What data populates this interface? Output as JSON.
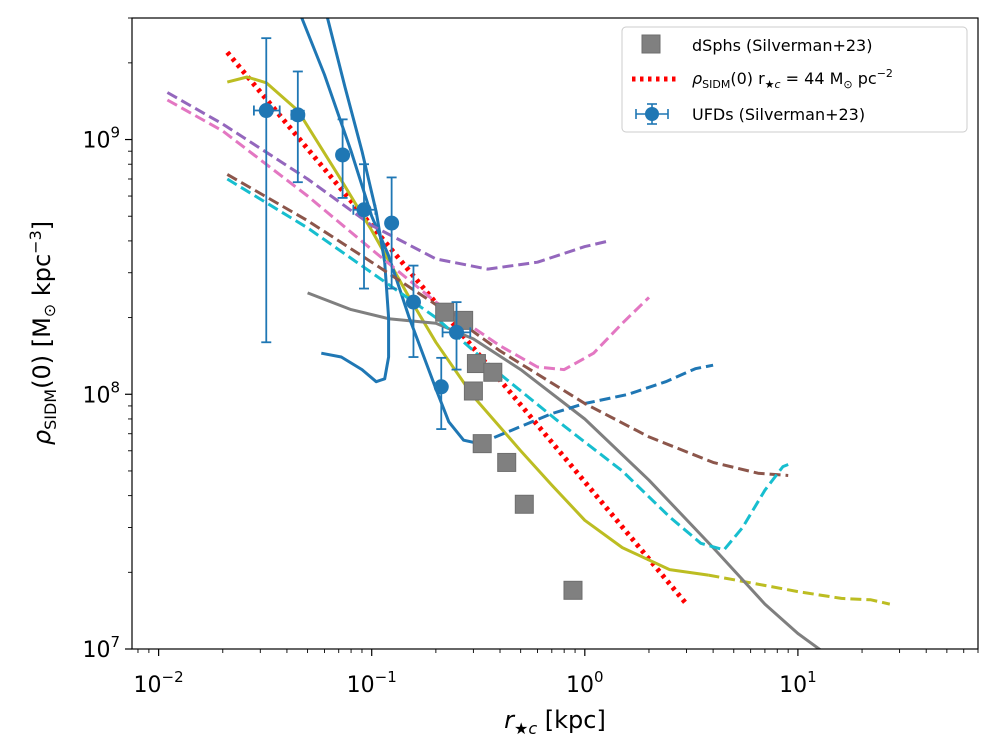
{
  "chart_data": {
    "type": "scatter",
    "xlabel_main": "r",
    "xlabel_sub": "★c",
    "xlabel_unit": " [kpc]",
    "ylabel_main": "ρ",
    "ylabel_sub": "SIDM",
    "ylabel_mid": "(0)  [M",
    "ylabel_sun": "⊙",
    "ylabel_unit": " kpc",
    "ylabel_exp": "−3",
    "ylabel_close": "]",
    "xscale": "log",
    "yscale": "log",
    "xlim": [
      0.0075,
      70
    ],
    "ylim": [
      10000000,
      3000000000
    ],
    "xticks": [
      {
        "value": 0.01,
        "base": "10",
        "exp": "−2"
      },
      {
        "value": 0.1,
        "base": "10",
        "exp": "−1"
      },
      {
        "value": 1,
        "base": "10",
        "exp": "0"
      },
      {
        "value": 10,
        "base": "10",
        "exp": "1"
      }
    ],
    "yticks": [
      {
        "value": 10000000,
        "base": "10",
        "exp": "7"
      },
      {
        "value": 100000000,
        "base": "10",
        "exp": "8"
      },
      {
        "value": 1000000000,
        "base": "10",
        "exp": "9"
      }
    ],
    "legend": {
      "placement": "top-right",
      "entries": [
        {
          "label": "dSphs (Silverman+23)",
          "marker": "square",
          "color": "#808080"
        },
        {
          "label_main": "ρ",
          "label_sub": "SIDM",
          "label_mid": "(0) r",
          "label_sub2": "★c",
          "label_eq": " = 44 M",
          "label_sun": "⊙",
          "label_unit": " pc",
          "label_exp": "−2",
          "marker": "dotted-line",
          "color": "#ff0000"
        },
        {
          "label": "UFDs (Silverman+23)",
          "marker": "errorbar-circle",
          "color": "#1f77b4"
        }
      ]
    },
    "series": [
      {
        "type": "errorbar",
        "color": "#1f77b4",
        "points": [
          {
            "x": 0.032,
            "y": 1300000000,
            "yerr": [
              1140000000,
              1200000000
            ],
            "xerr": [
              0.004,
              0.005
            ]
          },
          {
            "x": 0.045,
            "y": 1250000000,
            "yerr": [
              570000000,
              600000000
            ],
            "xerr": [
              0.003,
              0.003
            ]
          },
          {
            "x": 0.073,
            "y": 870000000,
            "yerr": [
              280000000,
              330000000
            ],
            "xerr": [
              0.004,
              0.004
            ]
          },
          {
            "x": 0.092,
            "y": 530000000,
            "yerr": [
              270000000,
              270000000
            ],
            "xerr": [
              0.01,
              0.012
            ]
          },
          {
            "x": 0.124,
            "y": 470000000,
            "yerr": [
              210000000,
              240000000
            ],
            "xerr": [
              0.005,
              0.005
            ]
          },
          {
            "x": 0.157,
            "y": 230000000,
            "yerr": [
              90000000,
              90000000
            ],
            "xerr": [
              0.006,
              0.006
            ]
          },
          {
            "x": 0.212,
            "y": 107000000,
            "yerr": [
              34000000,
              32000000
            ],
            "xerr": [
              0.005,
              0.005
            ]
          },
          {
            "x": 0.25,
            "y": 175000000,
            "yerr": [
              50000000,
              55000000
            ],
            "xerr": [
              0.035,
              0.04
            ]
          }
        ]
      },
      {
        "type": "square-markers",
        "color": "#808080",
        "points": [
          {
            "x": 0.22,
            "y": 210000000
          },
          {
            "x": 0.27,
            "y": 195000000
          },
          {
            "x": 0.31,
            "y": 132000000
          },
          {
            "x": 0.37,
            "y": 122000000
          },
          {
            "x": 0.3,
            "y": 103000000
          },
          {
            "x": 0.33,
            "y": 64000000
          },
          {
            "x": 0.43,
            "y": 54000000
          },
          {
            "x": 0.52,
            "y": 37000000
          },
          {
            "x": 0.88,
            "y": 17000000
          }
        ]
      },
      {
        "type": "line",
        "style": "dotted",
        "color": "#ff0000",
        "points": [
          [
            0.021,
            2200000000
          ],
          [
            3.0,
            15000000
          ]
        ]
      },
      {
        "type": "line",
        "style": "solid",
        "color": "#bcbd22",
        "points": [
          [
            0.021,
            1680000000
          ],
          [
            0.026,
            1760000000
          ],
          [
            0.032,
            1670000000
          ],
          [
            0.045,
            1300000000
          ],
          [
            0.07,
            720000000
          ],
          [
            0.1,
            440000000
          ],
          [
            0.15,
            240000000
          ],
          [
            0.2,
            160000000
          ],
          [
            0.3,
            98000000
          ],
          [
            0.5,
            60000000
          ],
          [
            0.7,
            44000000
          ],
          [
            1.0,
            32000000
          ],
          [
            1.5,
            25000000
          ],
          [
            2.5,
            20500000
          ],
          [
            3.8,
            19500000
          ]
        ]
      },
      {
        "type": "line",
        "style": "dashed",
        "color": "#bcbd22",
        "points": [
          [
            3.8,
            19500000
          ],
          [
            6,
            18200000
          ],
          [
            10,
            16800000
          ],
          [
            16,
            15800000
          ],
          [
            22,
            15600000
          ],
          [
            27,
            15000000
          ]
        ]
      },
      {
        "type": "line",
        "style": "solid",
        "color": "#7f7f7f",
        "points": [
          [
            0.05,
            250000000
          ],
          [
            0.08,
            215000000
          ],
          [
            0.12,
            198000000
          ],
          [
            0.2,
            190000000
          ],
          [
            0.3,
            165000000
          ],
          [
            0.5,
            125000000
          ],
          [
            1.0,
            80000000
          ],
          [
            2.0,
            46000000
          ],
          [
            4.0,
            25000000
          ],
          [
            7.0,
            15000000
          ],
          [
            10.0,
            11500000
          ],
          [
            13.0,
            9800000
          ]
        ]
      },
      {
        "type": "line",
        "style": "solid",
        "color": "#1f77b4",
        "points": [
          [
            0.047,
            3000000000
          ],
          [
            0.06,
            1800000000
          ],
          [
            0.08,
            900000000
          ],
          [
            0.1,
            500000000
          ],
          [
            0.12,
            350000000
          ],
          [
            0.15,
            200000000
          ],
          [
            0.2,
            105000000
          ],
          [
            0.23,
            78000000
          ],
          [
            0.27,
            66000000
          ],
          [
            0.32,
            64000000
          ]
        ]
      },
      {
        "type": "line",
        "style": "dashed",
        "color": "#1f77b4",
        "points": [
          [
            0.32,
            64000000
          ],
          [
            0.45,
            72000000
          ],
          [
            0.7,
            84000000
          ],
          [
            1.0,
            92000000
          ],
          [
            1.6,
            100000000
          ],
          [
            2.4,
            112000000
          ],
          [
            3.3,
            126000000
          ],
          [
            4.0,
            130000000
          ]
        ]
      },
      {
        "type": "line",
        "style": "solid",
        "color": "#1f77b4",
        "points": [
          [
            0.062,
            3000000000
          ],
          [
            0.075,
            1600000000
          ],
          [
            0.09,
            900000000
          ],
          [
            0.105,
            520000000
          ],
          [
            0.115,
            330000000
          ],
          [
            0.12,
            200000000
          ],
          [
            0.12,
            140000000
          ],
          [
            0.115,
            115000000
          ],
          [
            0.105,
            112000000
          ],
          [
            0.09,
            125000000
          ],
          [
            0.072,
            140000000
          ],
          [
            0.058,
            145000000
          ]
        ]
      },
      {
        "type": "line",
        "style": "dashed",
        "color": "#9467bd",
        "points": [
          [
            0.011,
            1530000000
          ],
          [
            0.02,
            1150000000
          ],
          [
            0.05,
            700000000
          ],
          [
            0.1,
            460000000
          ],
          [
            0.2,
            340000000
          ],
          [
            0.35,
            310000000
          ],
          [
            0.6,
            330000000
          ],
          [
            1.0,
            380000000
          ],
          [
            1.3,
            400000000
          ]
        ]
      },
      {
        "type": "line",
        "style": "dashed",
        "color": "#e377c2",
        "points": [
          [
            0.011,
            1430000000
          ],
          [
            0.02,
            1080000000
          ],
          [
            0.05,
            600000000
          ],
          [
            0.1,
            370000000
          ],
          [
            0.2,
            230000000
          ],
          [
            0.4,
            155000000
          ],
          [
            0.6,
            128000000
          ],
          [
            0.8,
            125000000
          ],
          [
            1.1,
            145000000
          ],
          [
            1.5,
            190000000
          ],
          [
            2.0,
            240000000
          ]
        ]
      },
      {
        "type": "line",
        "style": "dashed",
        "color": "#8c564b",
        "points": [
          [
            0.021,
            730000000
          ],
          [
            0.05,
            480000000
          ],
          [
            0.1,
            330000000
          ],
          [
            0.2,
            225000000
          ],
          [
            0.4,
            148000000
          ],
          [
            1.0,
            92000000
          ],
          [
            2.0,
            68000000
          ],
          [
            4.0,
            54000000
          ],
          [
            6.5,
            49000000
          ],
          [
            9.0,
            48000000
          ]
        ]
      },
      {
        "type": "line",
        "style": "dashed",
        "color": "#17becf",
        "points": [
          [
            0.021,
            700000000
          ],
          [
            0.05,
            450000000
          ],
          [
            0.1,
            300000000
          ],
          [
            0.2,
            200000000
          ],
          [
            0.4,
            120000000
          ],
          [
            0.8,
            75000000
          ],
          [
            1.5,
            50000000
          ],
          [
            2.5,
            33000000
          ],
          [
            3.5,
            26000000
          ],
          [
            4.5,
            24500000
          ],
          [
            5.5,
            30000000
          ],
          [
            7.0,
            42000000
          ],
          [
            8.5,
            52000000
          ],
          [
            9.0,
            53000000
          ]
        ]
      }
    ]
  }
}
